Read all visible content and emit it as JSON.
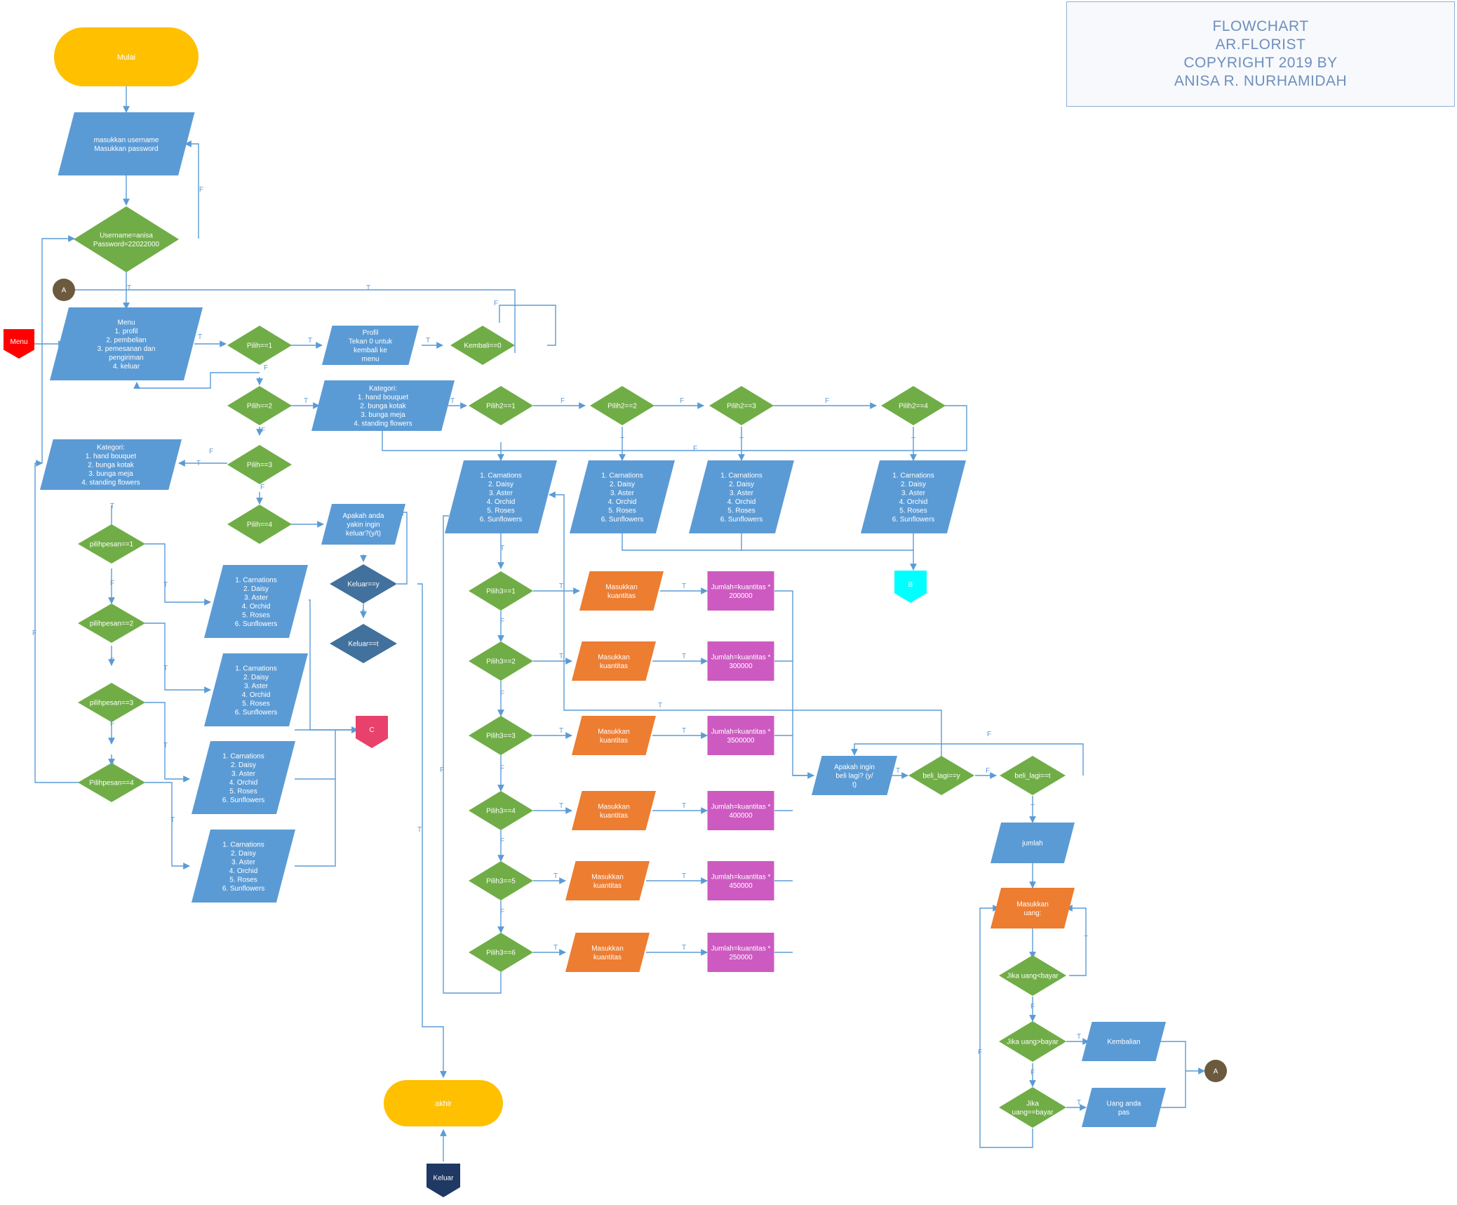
{
  "title": [
    "FLOWCHART",
    "AR.FLORIST",
    "COPYRIGHT 2019 BY",
    "ANISA R. NURHAMIDAH"
  ],
  "colors": {
    "terminal": "#ffc000",
    "io": "#5b9bd5",
    "decision": "#70ad47",
    "decisionDark": "#41719c",
    "orange": "#ed7d31",
    "purple": "#cc5ac0",
    "line": "#5b9bd5",
    "connector": "#6b5a3e",
    "menuOff": "#ff0000",
    "offB": "#00ffff",
    "offC": "#e8416b",
    "offKeluar": "#1f3864"
  },
  "nodes": {
    "mulai": "Mulai",
    "login": [
      "masukkan username",
      "Masukkan password"
    ],
    "login_check": [
      "Username=anisa",
      "Password=22022000"
    ],
    "menu": [
      "Menu",
      "1. profil",
      "2. pembelian",
      "3. pemesanan dan",
      "pengiriman",
      "4. keluar"
    ],
    "pilih1": "Pilih==1",
    "profil": [
      "Profil",
      "Tekan 0 untuk",
      "kembali ke",
      "menu"
    ],
    "kembali": "Kembali==0",
    "pilih2": "Pilih==2",
    "kategori": [
      "Kategori:",
      "1. hand bouquet",
      "2. bunga kotak",
      "3. bunga meja",
      "4. standing flowers"
    ],
    "pilih2_1": "Pilih2==1",
    "pilih2_2": "Pilih2==2",
    "pilih2_3": "Pilih2==3",
    "pilih2_4": "Pilih2==4",
    "pilih3": "Pilih==3",
    "pilih4": "Pilih==4",
    "keluar_confirm": [
      "Apakah anda",
      "yakin ingin",
      "keluar?(y/t)"
    ],
    "keluar_y": "Keluar==y",
    "keluar_t": "Keluar==t",
    "akhir": "akhir",
    "flowers": [
      "1. Carnations",
      "2. Daisy",
      "3. Aster",
      "4. Orchid",
      "5. Roses",
      "6. Sunflowers"
    ],
    "pilihpesan": [
      "pilihpesan==1",
      "pilihpesan==2",
      "pilihpesan==3",
      "Pilihpesan==4"
    ],
    "pilih3x": [
      "Pilih3==1",
      "Pilih3==2",
      "Pilih3==3",
      "Pilih3==4",
      "Pilih3==5",
      "Pilih3==6"
    ],
    "masukkan_kuantitas": [
      "Masukkan",
      "kuantitas"
    ],
    "jumlah_formula": [
      "Jumlah=kuantitas *"
    ],
    "prices": [
      "200000",
      "300000",
      "3500000",
      "400000",
      "450000",
      "250000"
    ],
    "beli_lagi_q": [
      "Apakah ingin",
      "beli lagi? (y/",
      "t)"
    ],
    "beli_y": "beli_lagi==y",
    "beli_t": "beli_lagi==t",
    "jumlah": "jumlah",
    "masukkan_uang": [
      "Masukkan",
      "uang:"
    ],
    "uang_lt": "Jika uang<bayar",
    "uang_gt": "Jika uang>bayar",
    "uang_eq": [
      "Jika",
      "uang==bayar"
    ],
    "kembalian": "Kembalian",
    "uang_pas": [
      "Uang anda",
      "pas"
    ],
    "conn_a": "A",
    "off_menu": "Menu",
    "off_b": "B",
    "off_c": "C",
    "off_keluar": "Keluar",
    "label_t": "T",
    "label_f": "F"
  }
}
